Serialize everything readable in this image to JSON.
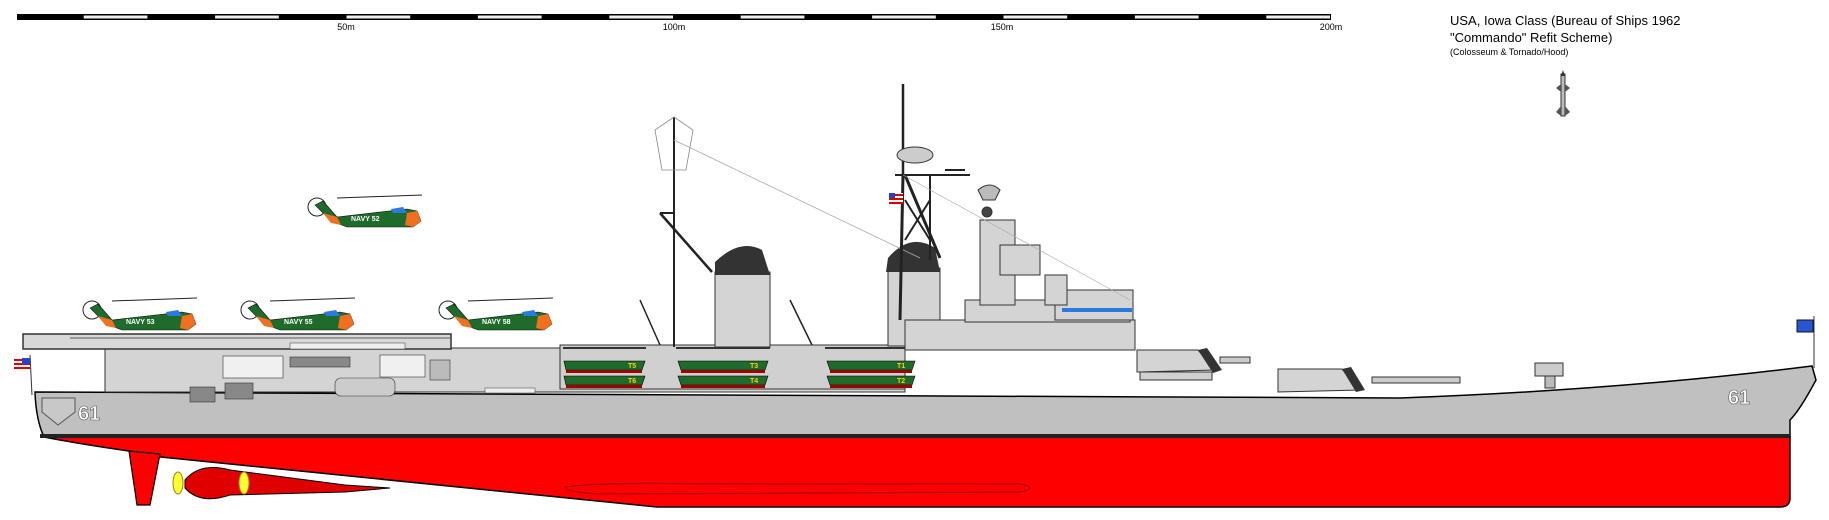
{
  "title": {
    "line1": "USA, Iowa Class (Bureau of Ships 1962",
    "line2": "\"Commando\" Refit Scheme)",
    "credit": "(Colosseum & Tornado/Hood)"
  },
  "scale": {
    "labels": [
      "50m",
      "100m",
      "150m",
      "200m"
    ]
  },
  "ship": {
    "hull_number_stern": "61",
    "hull_number_bow": "61",
    "helicopters": [
      "NAVY 52",
      "NAVY 53",
      "NAVY 55",
      "NAVY 58"
    ],
    "boats": [
      "T5",
      "T6",
      "T3",
      "T4",
      "T1",
      "T2"
    ]
  },
  "colors": {
    "hull_grey": "#c0c0c0",
    "superstructure_grey": "#d4d4d4",
    "antifouling_red": "#ff0000",
    "helicopter_green": "#1f6b2c",
    "helicopter_orange": "#f07020"
  }
}
